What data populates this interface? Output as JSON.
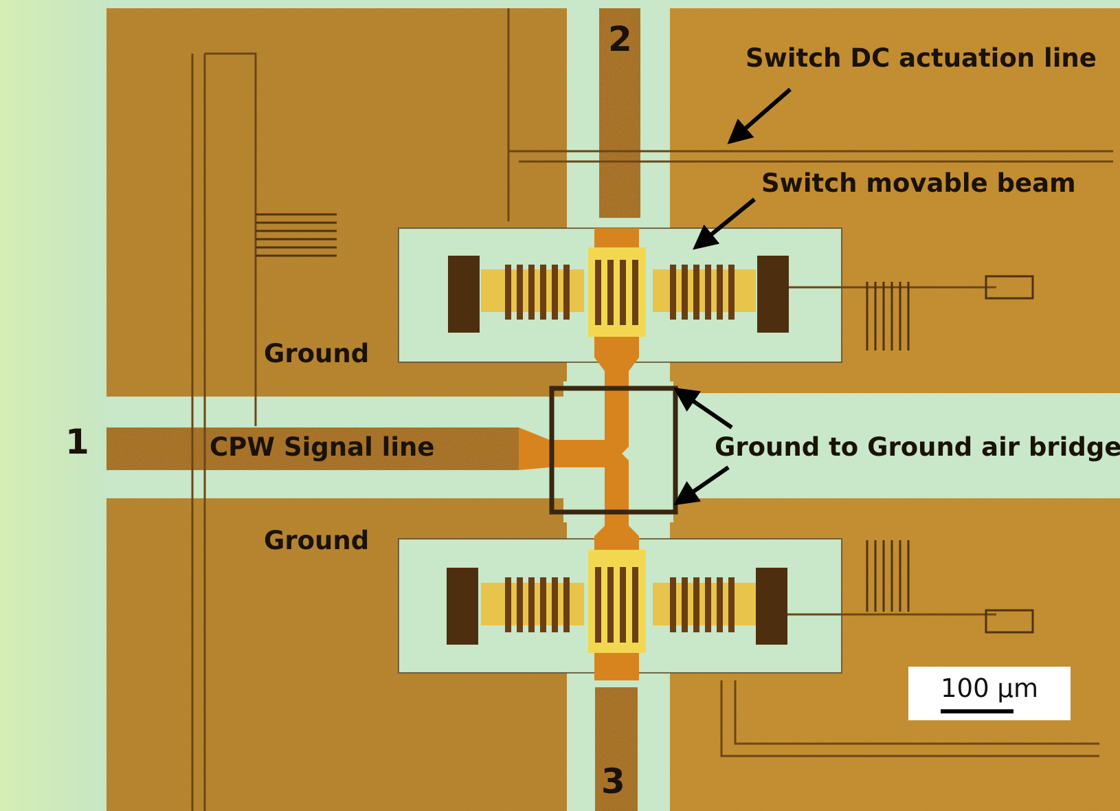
{
  "labels": {
    "port_1": "1",
    "port_2": "2",
    "port_3": "3",
    "ground_top": "Ground",
    "ground_bottom": "Ground",
    "signal_line": "CPW Signal line",
    "dc_line": "Switch DC actuation line",
    "movable_beam": "Switch movable beam",
    "air_bridge": "Ground to Ground air bridge"
  },
  "scale_bar": {
    "text": "100 µm"
  },
  "colors": {
    "metal_gold": "#c8902e",
    "metal_dark": "#8a5318",
    "substrate": "#c9e7c9",
    "line_orange": "#d8841e",
    "anchor_yellow": "#f2d850",
    "arrow": "#000000"
  }
}
